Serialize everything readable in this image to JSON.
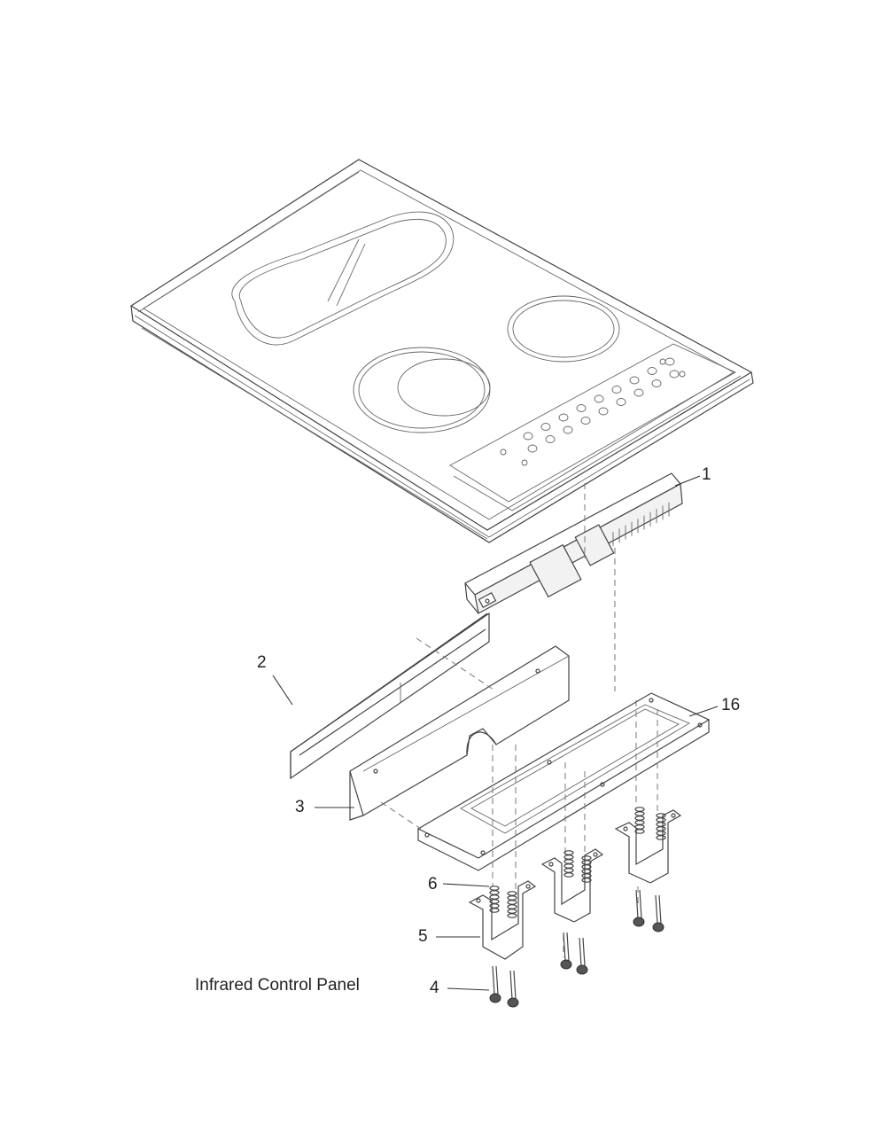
{
  "caption": "Infrared Control Panel",
  "callouts": [
    {
      "id": "1",
      "label": "1"
    },
    {
      "id": "2",
      "label": "2"
    },
    {
      "id": "3",
      "label": "3"
    },
    {
      "id": "4",
      "label": "4"
    },
    {
      "id": "5",
      "label": "5"
    },
    {
      "id": "6",
      "label": "6"
    },
    {
      "id": "16",
      "label": "16"
    }
  ]
}
